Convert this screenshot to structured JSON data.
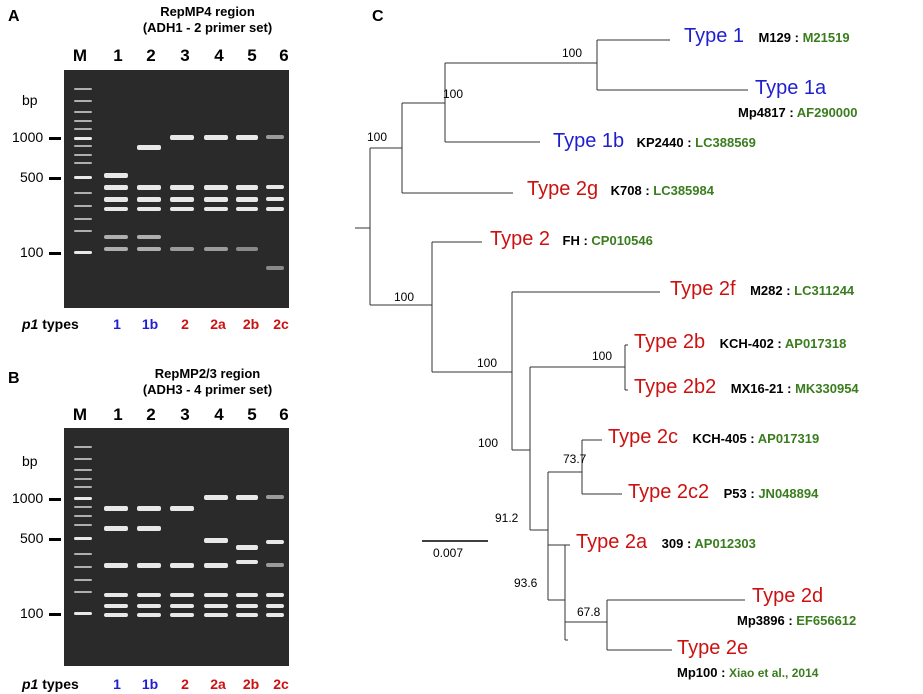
{
  "panels": {
    "A": {
      "letter": "A",
      "title_line1": "RepMP4 region",
      "title_line2": "(ADH1 - 2 primer set)",
      "lanes": [
        "M",
        "1",
        "2",
        "3",
        "4",
        "5",
        "6"
      ],
      "bp_unit": "bp",
      "markers": [
        "1000",
        "500",
        "100"
      ],
      "p1_label": "p1",
      "types_label": " types",
      "types": [
        "1",
        "1b",
        "2",
        "2a",
        "2b",
        "2c"
      ]
    },
    "B": {
      "letter": "B",
      "title_line1": "RepMP2/3 region",
      "title_line2": "(ADH3 - 4 primer set)",
      "lanes": [
        "M",
        "1",
        "2",
        "3",
        "4",
        "5",
        "6"
      ],
      "bp_unit": "bp",
      "markers": [
        "1000",
        "500",
        "100"
      ],
      "p1_label": "p1",
      "types_label": " types",
      "types": [
        "1",
        "1b",
        "2",
        "2a",
        "2b",
        "2c"
      ]
    },
    "C": {
      "letter": "C",
      "scale_bar": "0.007",
      "bootstraps": [
        "100",
        "100",
        "100",
        "100",
        "100",
        "100",
        "100",
        "73.7",
        "91.2",
        "93.6",
        "67.8"
      ],
      "leaves": [
        {
          "type": "Type 1",
          "strain": "M129",
          "sep": " : ",
          "acc": "M21519",
          "color": "#1f1fd0"
        },
        {
          "type": "Type 1a",
          "strain": "Mp4817",
          "sep": " : ",
          "acc": "AF290000",
          "color": "#1f1fd0"
        },
        {
          "type": "Type 1b",
          "strain": "KP2440",
          "sep": " : ",
          "acc": "LC388569",
          "color": "#1f1fd0"
        },
        {
          "type": "Type 2g",
          "strain": "K708",
          "sep": " : ",
          "acc": "LC385984",
          "color": "#cc1111"
        },
        {
          "type": "Type 2",
          "strain": "FH",
          "sep": " : ",
          "acc": "CP010546",
          "color": "#cc1111"
        },
        {
          "type": "Type 2f",
          "strain": "M282",
          "sep": " : ",
          "acc": "LC311244",
          "color": "#cc1111"
        },
        {
          "type": "Type 2b",
          "strain": "KCH-402",
          "sep": " : ",
          "acc": "AP017318",
          "color": "#cc1111"
        },
        {
          "type": "Type 2b2",
          "strain": "MX16-21",
          "sep": " : ",
          "acc": "MK330954",
          "color": "#cc1111"
        },
        {
          "type": "Type 2c",
          "strain": "KCH-405",
          "sep": " : ",
          "acc": "AP017319",
          "color": "#cc1111"
        },
        {
          "type": "Type 2c2",
          "strain": "P53",
          "sep": " : ",
          "acc": "JN048894",
          "color": "#cc1111"
        },
        {
          "type": "Type 2a",
          "strain": "309",
          "sep": " : ",
          "acc": "AP012303",
          "color": "#cc1111"
        },
        {
          "type": "Type 2d",
          "strain": "Mp3896",
          "sep": " : ",
          "acc": "EF656612",
          "color": "#cc1111"
        },
        {
          "type": "Type 2e",
          "strain": "Mp100",
          "sep": " : ",
          "acc": "Xiao et al., 2014",
          "color": "#cc1111"
        }
      ]
    }
  }
}
